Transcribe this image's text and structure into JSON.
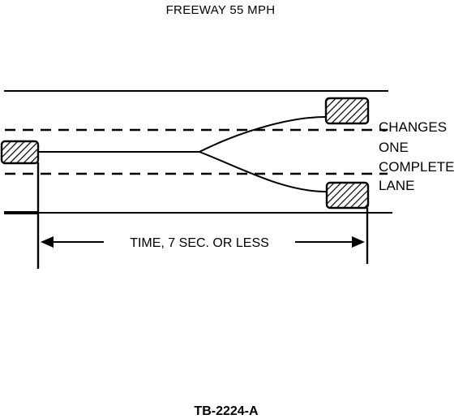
{
  "title": "FREEWAY 55 MPH",
  "annotation_lines": [
    "CHANGES",
    "ONE",
    "COMPLETE",
    "LANE"
  ],
  "time_label": "TIME, 7 SEC. OR LESS",
  "figure_code": "TB-2224-A"
}
